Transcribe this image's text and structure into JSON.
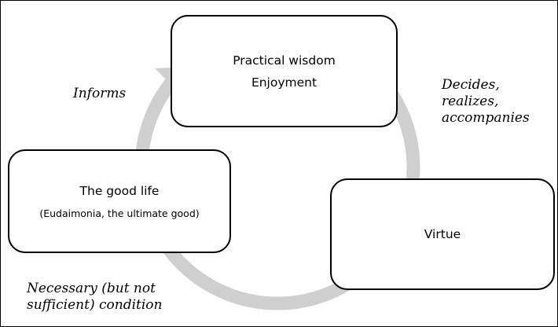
{
  "diagram": {
    "nodes": {
      "practical_wisdom": {
        "title": "Practical wisdom",
        "subtitle": "Enjoyment"
      },
      "the_good_life": {
        "title": "The good life",
        "subtitle": "(Eudaimonia, the ultimate good)"
      },
      "virtue": {
        "title": "Virtue"
      }
    },
    "edges": {
      "informs": {
        "lines": [
          "Informs"
        ]
      },
      "decides": {
        "lines": [
          "Decides,",
          "realizes,",
          "accompanies"
        ]
      },
      "necessary": {
        "lines": [
          "Necessary (but not",
          "sufficient) condition"
        ]
      }
    },
    "colors": {
      "cycle_arrow": "#cfcfcf",
      "box_border": "#000000",
      "background": "#ffffff"
    }
  }
}
